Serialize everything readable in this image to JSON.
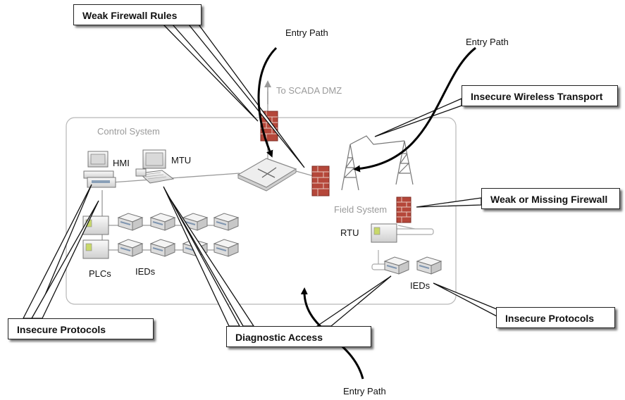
{
  "callouts": {
    "weak_firewall_rules": "Weak Firewall Rules",
    "insecure_wireless_transport": "Insecure Wireless Transport",
    "weak_or_missing_firewall": "Weak or Missing Firewall",
    "insecure_protocols_left": "Insecure Protocols",
    "diagnostic_access": "Diagnostic Access",
    "insecure_protocols_right": "Insecure Protocols"
  },
  "labels": {
    "entry_path_top": "Entry Path",
    "entry_path_right": "Entry Path",
    "entry_path_bottom": "Entry Path",
    "to_scada_dmz": "To SCADA DMZ",
    "control_system": "Control System",
    "field_system": "Field System",
    "hmi": "HMI",
    "mtu": "MTU",
    "plcs": "PLCs",
    "ieds_control": "IEDs",
    "rtu": "RTU",
    "ieds_field": "IEDs"
  },
  "colors": {
    "firewall": "#b5473a",
    "firewall_mortar": "#e8c9c0",
    "device_body": "#e6e6e6",
    "device_outline": "#777777",
    "plc_led": "#c8d86a",
    "zone_border": "#b8b8b8",
    "arrow": "#000000",
    "grey_text": "#9a9a9a"
  }
}
